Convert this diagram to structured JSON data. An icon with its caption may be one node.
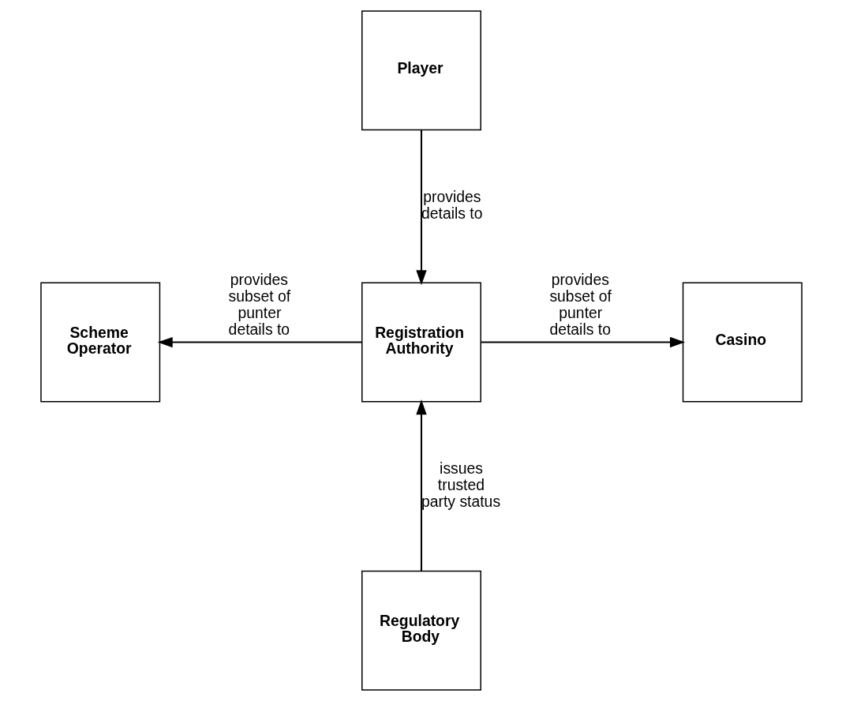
{
  "diagram": {
    "nodes": [
      {
        "text": [
          "Player"
        ]
      },
      {
        "text": [
          "Scheme Operator"
        ]
      },
      {
        "text": [
          "Registration Authority"
        ]
      },
      {
        "text": [
          "Casino"
        ]
      },
      {
        "text": [
          "Regulatory Body"
        ]
      }
    ],
    "edges": [
      {
        "from": 0,
        "to": 2,
        "arrow": "to",
        "label": "provides details to"
      },
      {
        "from": 2,
        "to": 1,
        "arrow": "to",
        "label": "provides subset of punter details to"
      },
      {
        "from": 2,
        "to": 3,
        "arrow": "to",
        "label": "provides subset of punter details to"
      },
      {
        "from": 4,
        "to": 2,
        "arrow": "to",
        "label": "issues trusted party status"
      }
    ]
  }
}
